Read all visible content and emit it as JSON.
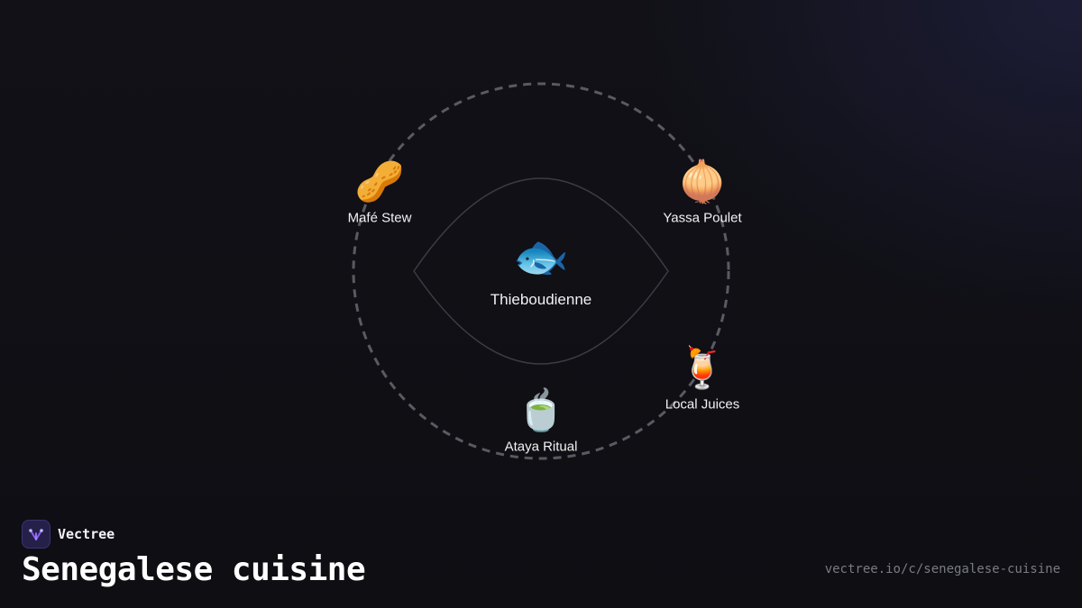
{
  "diagram": {
    "center": {
      "icon": "fish-emoji",
      "glyph": "🐟",
      "label": "Thieboudienne"
    },
    "nodes": [
      {
        "icon": "peanut-emoji",
        "glyph": "🥜",
        "label": "Mafé Stew"
      },
      {
        "icon": "onion-emoji",
        "glyph": "🧅",
        "label": "Yassa Poulet"
      },
      {
        "icon": "tropical-drink-emoji",
        "glyph": "🍹",
        "label": "Local Juices"
      },
      {
        "icon": "tea-emoji",
        "glyph": "🍵",
        "label": "Ataya Ritual"
      }
    ],
    "colors": {
      "ring": "#5a5a62",
      "lens": "#3c3c44",
      "text": "#f2f2f4"
    }
  },
  "brand": {
    "name": "Vectree",
    "logo_icon": "vectree-logo-icon",
    "accent": "#8b5cf6"
  },
  "page": {
    "title": "Senegalese cuisine",
    "url": "vectree.io/c/senegalese-cuisine"
  }
}
